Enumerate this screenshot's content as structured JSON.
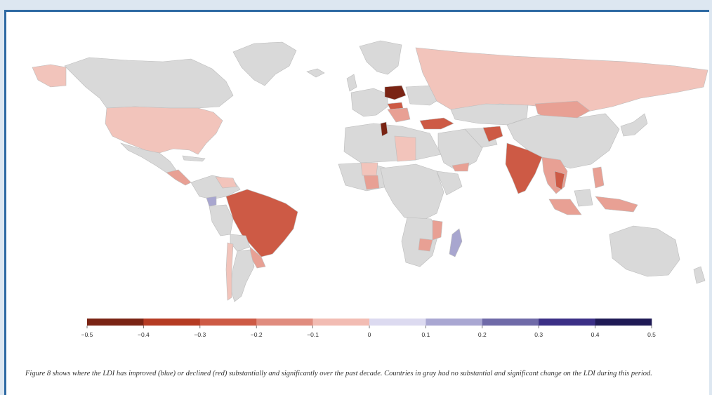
{
  "colors": {
    "background": "#dde7f1",
    "frame_border": "#2f6aa3",
    "no_change": "#d9d9d9",
    "decline_strong": "#7a2414",
    "decline_medium": "#c8553f",
    "decline_light": "#e8a094",
    "decline_faint": "#f2c4bb",
    "improve_faint": "#d4d3ea",
    "improve_light": "#a8a6cf"
  },
  "legend": {
    "ticks": [
      "−0.5",
      "−0.4",
      "−0.3",
      "−0.2",
      "−0.1",
      "0",
      "0.1",
      "0.2",
      "0.3",
      "0.4",
      "0.5"
    ],
    "bins": [
      {
        "color": "#7a2414"
      },
      {
        "color": "#b53b23"
      },
      {
        "color": "#cd5a45"
      },
      {
        "color": "#e08c7e"
      },
      {
        "color": "#f2bcb3"
      },
      {
        "color": "#dcdaf0"
      },
      {
        "color": "#a9a7d2"
      },
      {
        "color": "#6f6aa8"
      },
      {
        "color": "#3b2f86"
      },
      {
        "color": "#1f1a55"
      }
    ]
  },
  "caption": "Figure 8 shows where the LDI has improved (blue) or declined (red) substantially and significantly over the past decade. Countries in gray had no substantial and significant change on the LDI during this period."
}
